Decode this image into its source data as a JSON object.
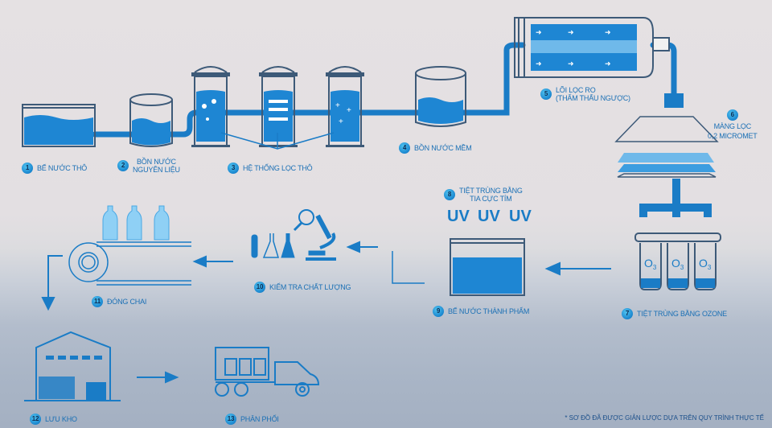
{
  "diagram": {
    "title": "Water purification & bottling process",
    "colors": {
      "primary": "#1a7cc6",
      "water": "#1e86d3",
      "outline": "#3d5a78",
      "light": "#6fb9ea"
    },
    "steps": [
      {
        "num": "1",
        "label": "Bế nước thô",
        "icon": "raw-water-tank-icon"
      },
      {
        "num": "2",
        "label_line1": "Bồn nước",
        "label_line2": "nguyên liệu",
        "icon": "raw-material-tank-icon"
      },
      {
        "num": "3",
        "label": "Hệ thống lọc thô",
        "icon": "coarse-filter-columns-icon"
      },
      {
        "num": "4",
        "label": "Bồn nước mềm",
        "icon": "soft-water-tank-icon"
      },
      {
        "num": "5",
        "label_line1": "Lõi lọc RO",
        "label_line2": "(thẩm thấu ngược)",
        "icon": "ro-membrane-icon"
      },
      {
        "num": "6",
        "label_line1": "Màng lọc",
        "label_line2": "0,2 micromet",
        "icon": "micron-membrane-icon"
      },
      {
        "num": "7",
        "label": "Tiệt trùng bằng ozone",
        "icon": "ozone-sterilizer-icon",
        "ozone_text": "O",
        "ozone_sub": "3"
      },
      {
        "num": "8",
        "label_line1": "Tiệt trùng bằng",
        "label_line2": "tia cực tím",
        "icon": "uv-icon",
        "uv_marks": [
          "UV",
          "UV",
          "UV"
        ]
      },
      {
        "num": "9",
        "label": "Bế nước thành phẩm",
        "icon": "finished-water-tank-icon"
      },
      {
        "num": "10",
        "label": "Kiểm tra chất lượng",
        "icon": "quality-lab-icon"
      },
      {
        "num": "11",
        "label": "Đóng chai",
        "icon": "bottling-conveyor-icon"
      },
      {
        "num": "12",
        "label": "Lưu kho",
        "icon": "warehouse-icon"
      },
      {
        "num": "13",
        "label": "Phân phối",
        "icon": "delivery-truck-icon"
      }
    ],
    "footnote": "* Sơ đồ đã được giản lược dựa trên quy trình thực tế"
  }
}
